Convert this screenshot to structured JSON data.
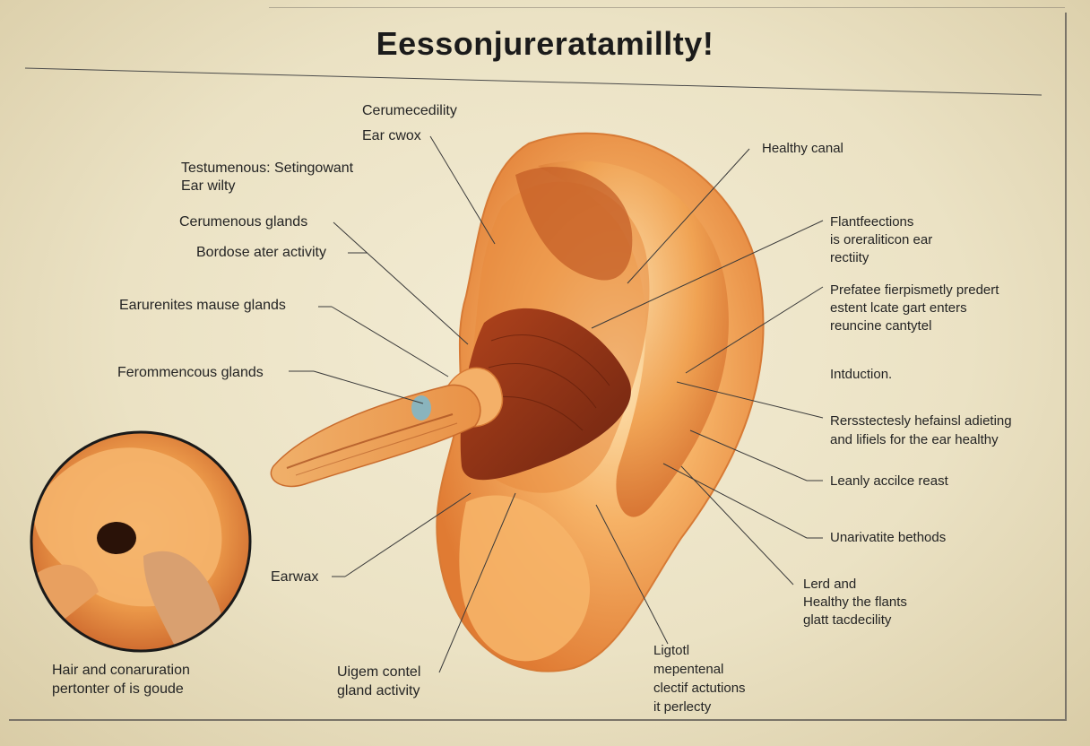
{
  "title": "Eessonjureratamillty!",
  "labels": {
    "cerumecedility": "Cerumecedility",
    "ear_cwox": "Ear cwox",
    "testumenous": "Testumenous: Setingowant",
    "ear_wilty": "Ear wilty",
    "cerumenous_glands": "Cerumenous glands",
    "bordose": "Bordose ater activity",
    "earurenites": "Earurenites mause glands",
    "ferommencous": "Ferommencous glands",
    "earwax": "Earwax",
    "hair_line1": "Hair and conaruration",
    "hair_line2": "pertonter of is goude",
    "uigem_line1": "Uigem contel",
    "uigem_line2": "gland activity",
    "lig_line1": "Ligtotl",
    "lig_line2": "mepentenal",
    "lig_line3": "clectif actutions",
    "lig_line4": "it perlecty",
    "healthy_canal": "Healthy canal",
    "flant_line1": "Flantfeections",
    "flant_line2": "is oreraliticon ear",
    "flant_line3": "rectiity",
    "prefatee_line1": "Prefatee fierpismetly predert",
    "prefatee_line2": "estent lcate gart enters",
    "prefatee_line3": "reuncine cantytel",
    "intuction": "Intduction.",
    "rers_line1": "Rersstectesly hefainsl adieting",
    "rers_line2": "and lifiels for the ear healthy",
    "leanly": "Leanly accilce reast",
    "unarivatite": "Unarivatite bethods",
    "lerd_line1": "Lerd and",
    "lerd_line2": "Healthy the flants",
    "lerd_line3": "glatt tacdecility"
  },
  "colors": {
    "ear_light": "#fbd59a",
    "ear_mid": "#f2a354",
    "ear_dark": "#d2692a",
    "canal": "#8a2e14",
    "line": "#3a3a3a"
  }
}
